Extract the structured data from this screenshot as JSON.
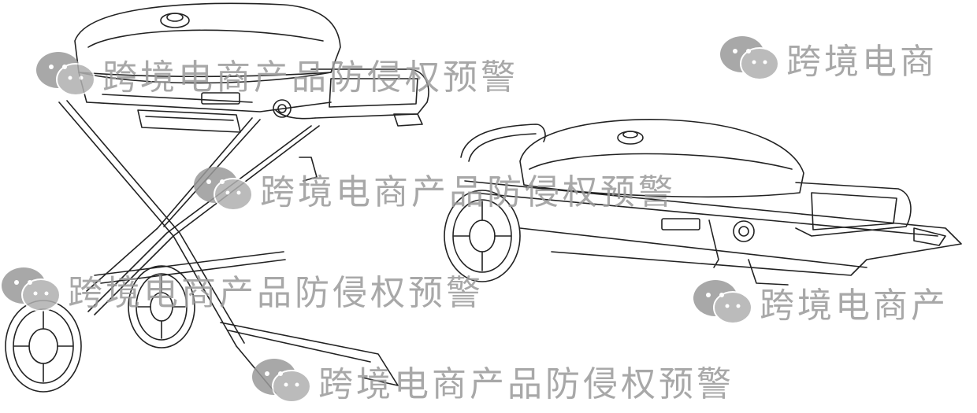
{
  "watermark": {
    "text": "跨境电商产品防侵权预警",
    "text_partial": "跨境电商",
    "text_partial2": "跨境电商产",
    "color": "#9a9a9a",
    "icon": "wechat-logo-icon"
  },
  "illustration": {
    "subject": "portable-grill-drawings"
  }
}
